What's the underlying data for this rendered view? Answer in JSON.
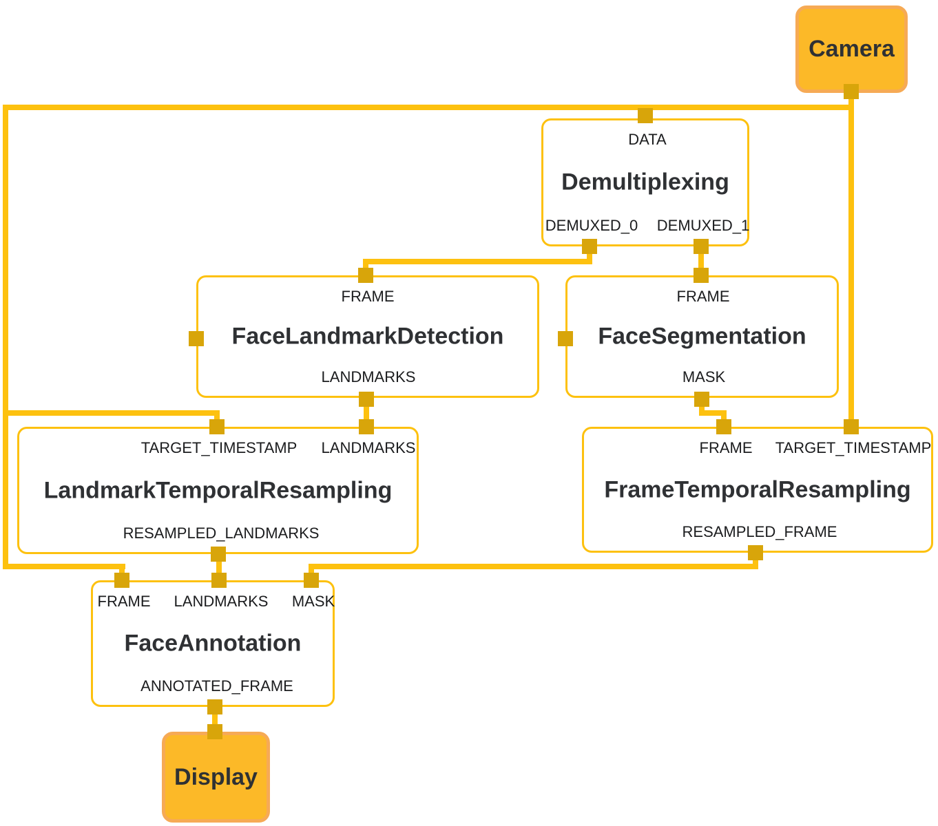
{
  "diagram": {
    "colors": {
      "edge": "#FDC10F",
      "port": "#D8A50A",
      "terminal_fill": "#FCB928",
      "terminal_border": "#F6AA55",
      "title_text": "#2F3134",
      "label_text": "#1B1C1E"
    },
    "nodes": {
      "camera": {
        "title": "Camera"
      },
      "demultiplexing": {
        "title": "Demultiplexing",
        "inputs": [
          "DATA"
        ],
        "outputs": [
          "DEMUXED_0",
          "DEMUXED_1"
        ]
      },
      "face_landmark_detection": {
        "title": "FaceLandmarkDetection",
        "inputs": [
          "FRAME"
        ],
        "outputs": [
          "LANDMARKS"
        ]
      },
      "face_segmentation": {
        "title": "FaceSegmentation",
        "inputs": [
          "FRAME"
        ],
        "outputs": [
          "MASK"
        ]
      },
      "landmark_temporal_resampling": {
        "title": "LandmarkTemporalResampling",
        "inputs": [
          "TARGET_TIMESTAMP",
          "LANDMARKS"
        ],
        "outputs": [
          "RESAMPLED_LANDMARKS"
        ]
      },
      "frame_temporal_resampling": {
        "title": "FrameTemporalResampling",
        "inputs": [
          "FRAME",
          "TARGET_TIMESTAMP"
        ],
        "outputs": [
          "RESAMPLED_FRAME"
        ]
      },
      "face_annotation": {
        "title": "FaceAnnotation",
        "inputs": [
          "FRAME",
          "LANDMARKS",
          "MASK"
        ],
        "outputs": [
          "ANNOTATED_FRAME"
        ]
      },
      "display": {
        "title": "Display"
      }
    }
  }
}
